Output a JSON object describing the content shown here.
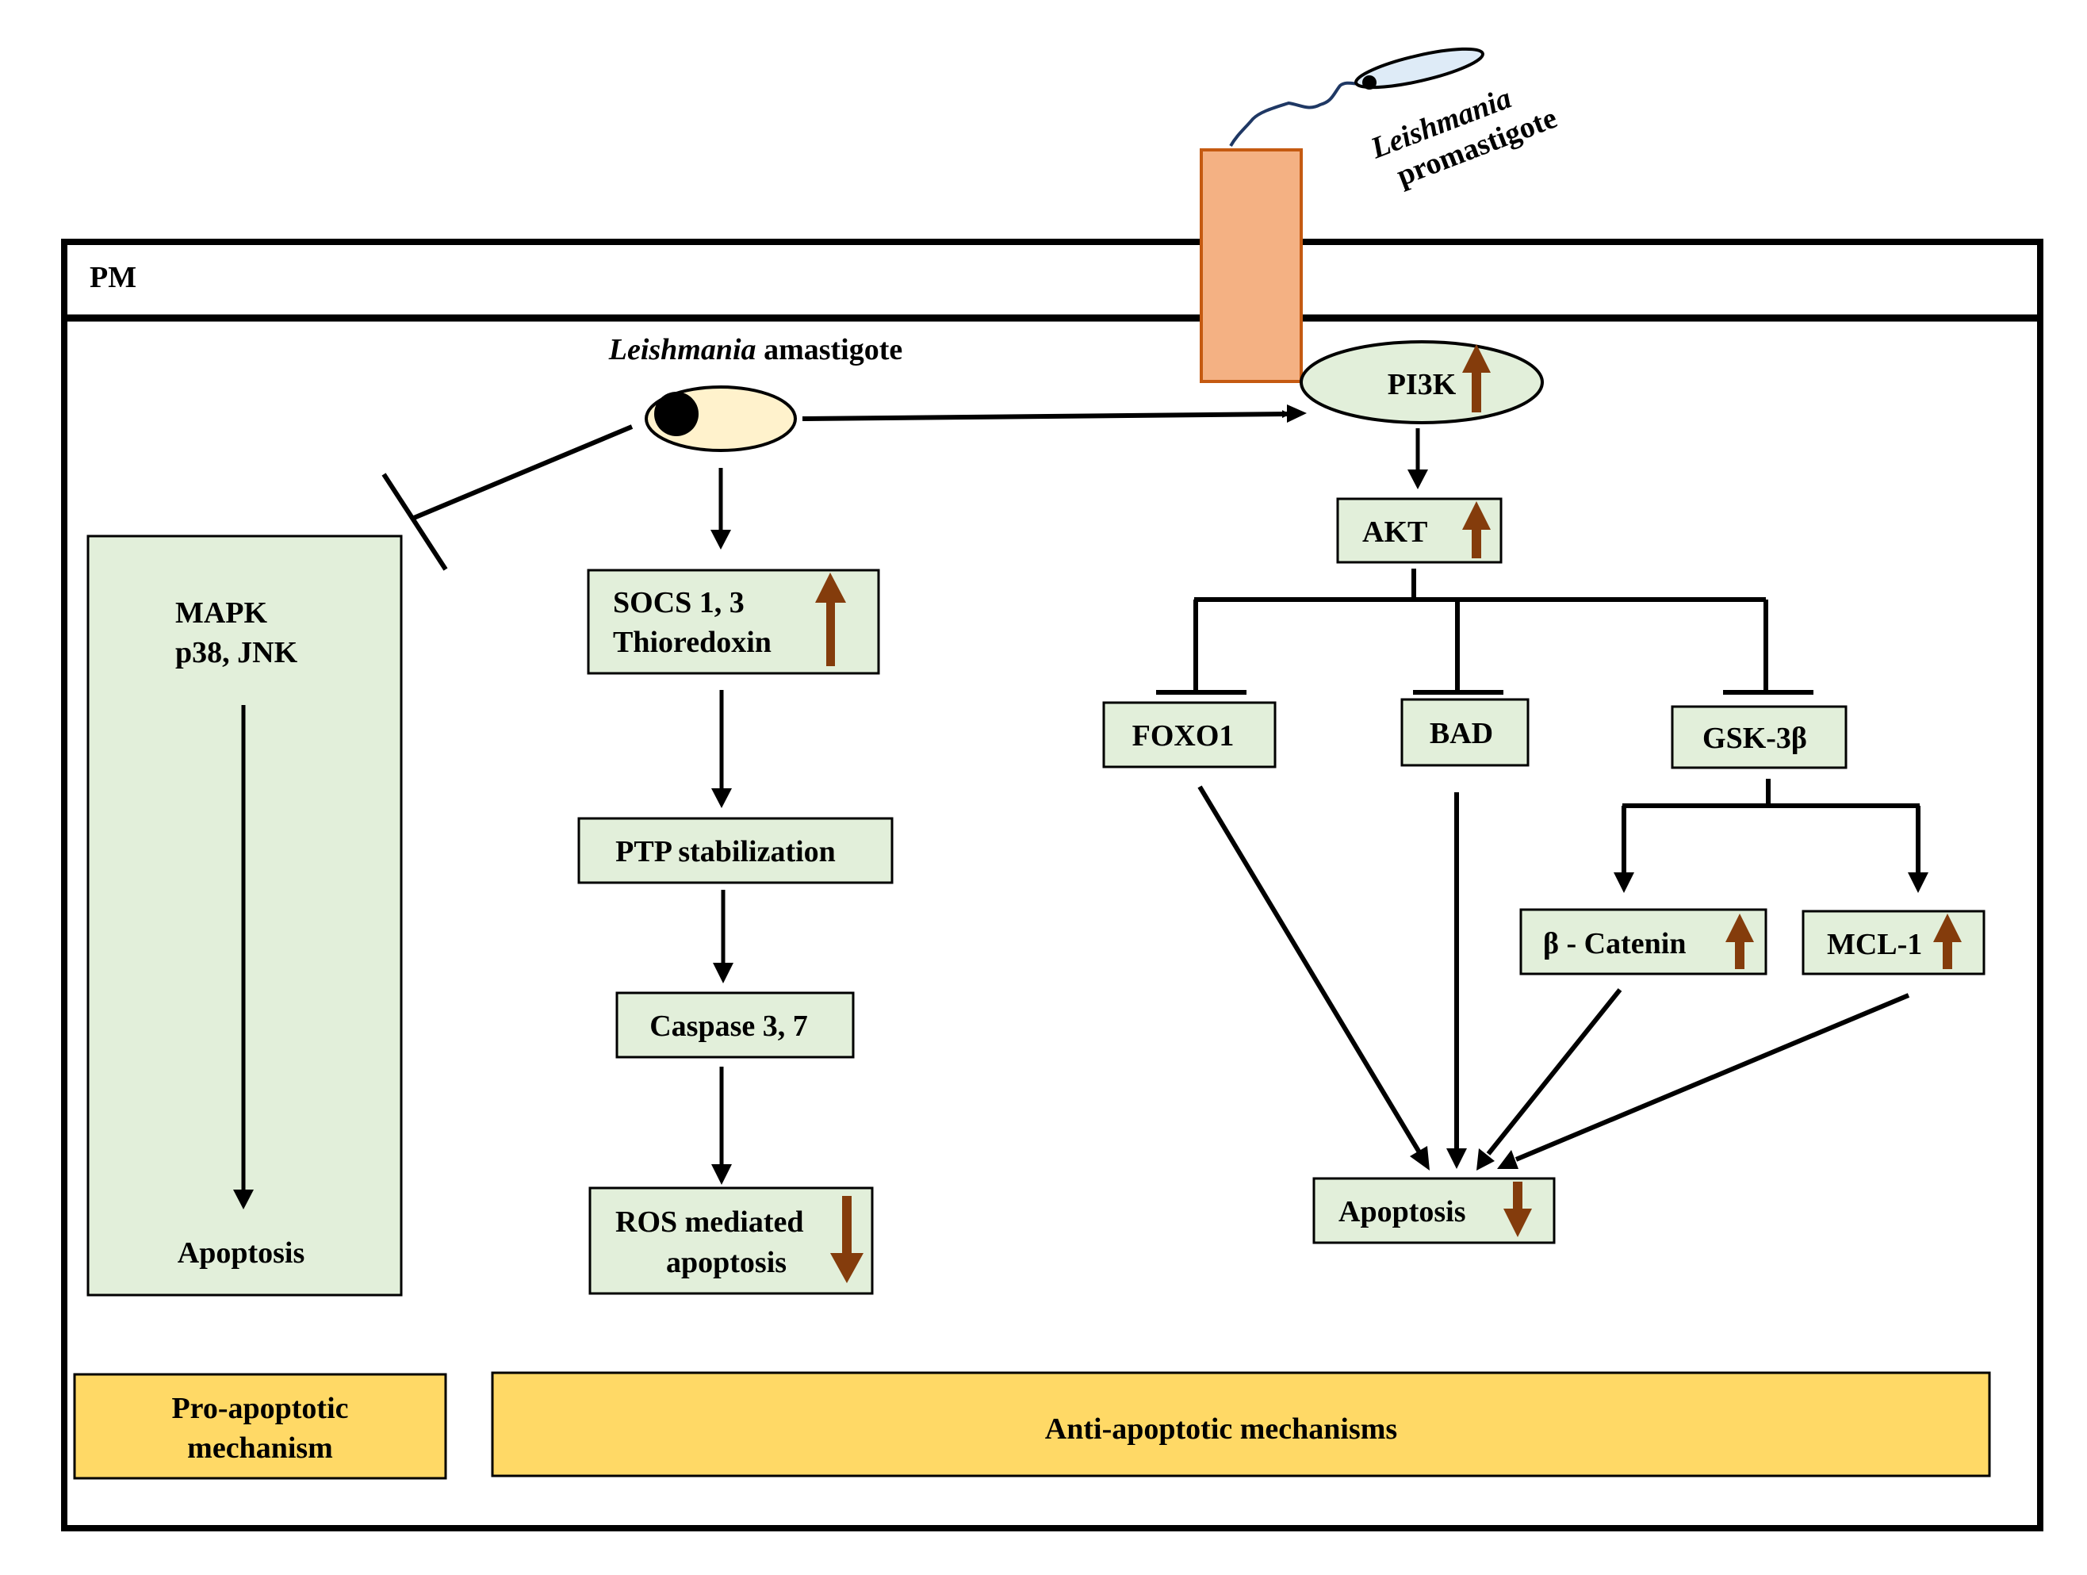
{
  "membrane_label": "PM",
  "promastigote": {
    "genus": "Leishmania",
    "stage": "promastigote"
  },
  "amastigote": {
    "genus": "Leishmania",
    "stage": "amastigote"
  },
  "left_panel": {
    "line1": "MAPK",
    "line2": "p38, JNK",
    "outcome": "Apoptosis"
  },
  "middle_path": {
    "socs_line1": "SOCS 1, 3",
    "socs_line2": "Thioredoxin",
    "socs_change": "up",
    "ptp": "PTP stabilization",
    "caspase": "Caspase 3, 7",
    "ros_line1": "ROS mediated",
    "ros_line2": "apoptosis",
    "ros_change": "down"
  },
  "right_path": {
    "pi3k": "PI3K",
    "pi3k_change": "up",
    "akt": "AKT",
    "akt_change": "up",
    "foxo1": "FOXO1",
    "bad": "BAD",
    "gsk": "GSK-3β",
    "catenin": "β - Catenin",
    "catenin_change": "up",
    "mcl1": "MCL-1",
    "mcl1_change": "up",
    "apoptosis": "Apoptosis",
    "apoptosis_change": "down"
  },
  "footer": {
    "pro_line1": "Pro-apoptotic",
    "pro_line2": "mechanism",
    "anti": "Anti-apoptotic mechanisms"
  },
  "colors": {
    "node_fill": "#E2EFDA",
    "footer_fill": "#FFD966",
    "receptor_fill": "#F4B183",
    "receptor_stroke": "#C55A11",
    "amastigote_fill": "#FFF2CC",
    "promastigote_fill": "#DEEBF7",
    "flagellum": "#1F3864",
    "change_arrow": "#843C0C"
  }
}
